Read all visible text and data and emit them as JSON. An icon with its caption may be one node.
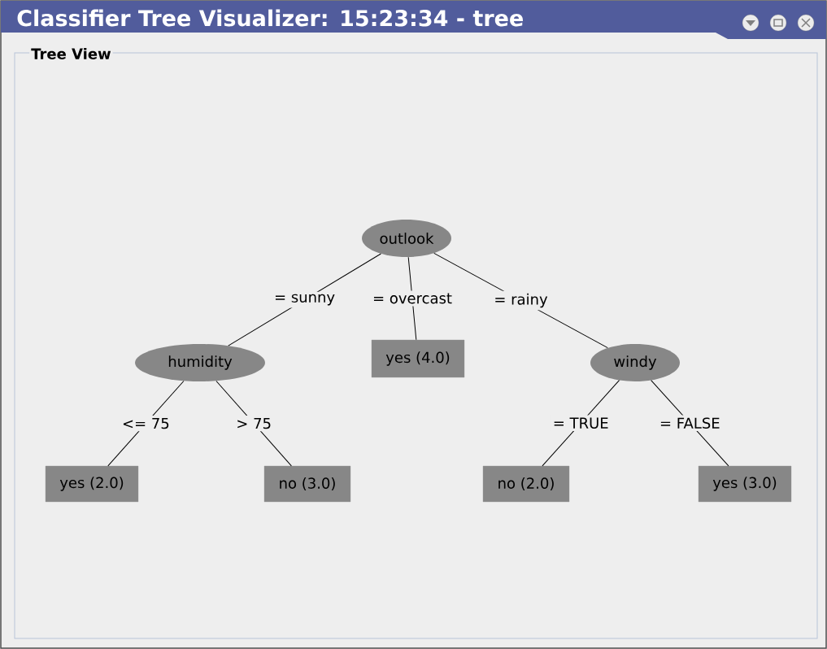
{
  "diagram": {
    "title": "Classifier Tree Visualizer: 15:23:34 - tree",
    "nodes": [
      {
        "text": [
          "Tree View"
        ]
      },
      {
        "text": [
          "outlook"
        ],
        "in": 0
      },
      {
        "text": [
          "humidity"
        ],
        "in": 0
      },
      {
        "text": [
          "yes (4.0)"
        ],
        "in": 0
      },
      {
        "text": [
          "windy"
        ],
        "in": 0
      },
      {
        "text": [
          "yes (2.0)"
        ],
        "in": 0
      },
      {
        "text": [
          "no (3.0)"
        ],
        "in": 0
      },
      {
        "text": [
          "no (2.0)"
        ],
        "in": 0
      },
      {
        "text": [
          "yes (3.0)"
        ],
        "in": 0
      }
    ],
    "edges": [
      {
        "from": 1,
        "to": 2,
        "arrow": "none",
        "label": "= sunny"
      },
      {
        "from": 1,
        "to": 3,
        "arrow": "none",
        "label": "= overcast"
      },
      {
        "from": 1,
        "to": 4,
        "arrow": "none",
        "label": "= rainy"
      },
      {
        "from": 2,
        "to": 5,
        "arrow": "none",
        "label": "<= 75"
      },
      {
        "from": 2,
        "to": 6,
        "arrow": "none",
        "label": "> 75"
      },
      {
        "from": 4,
        "to": 7,
        "arrow": "none",
        "label": "= TRUE"
      },
      {
        "from": 4,
        "to": 8,
        "arrow": "none",
        "label": "= FALSE"
      }
    ]
  }
}
